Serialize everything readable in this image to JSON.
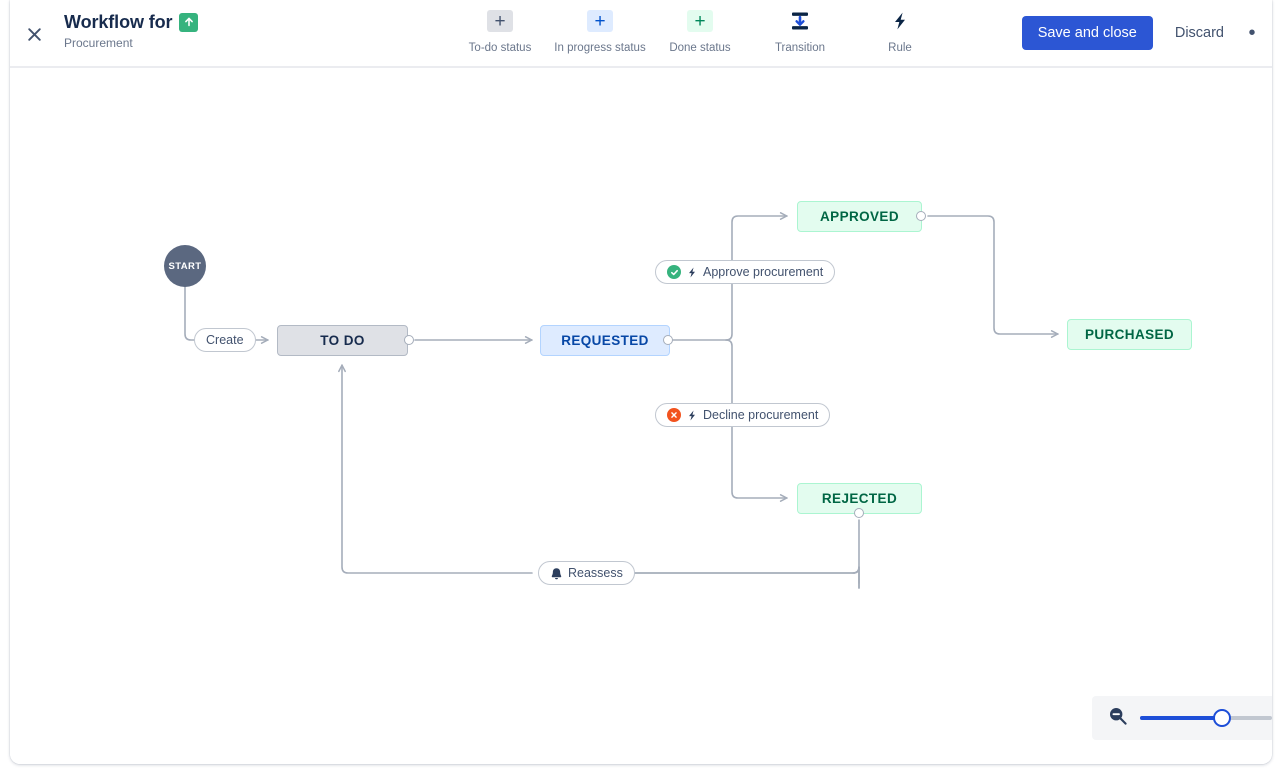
{
  "header": {
    "close_icon": "close-icon",
    "title": "Workflow for",
    "project_badge_icon": "arrow-up-green-icon",
    "subtitle": "Procurement",
    "tools": [
      {
        "icon": "plus-icon",
        "glyph": "+",
        "label": "To-do status",
        "swatch": "sw-todo"
      },
      {
        "icon": "plus-icon",
        "glyph": "+",
        "label": "In progress status",
        "swatch": "sw-inprog"
      },
      {
        "icon": "plus-icon",
        "glyph": "+",
        "label": "Done status",
        "swatch": "sw-done"
      },
      {
        "icon": "transition-icon",
        "glyph": "",
        "label": "Transition",
        "swatch": ""
      },
      {
        "icon": "rule-lightning-icon",
        "glyph": "",
        "label": "Rule",
        "swatch": ""
      }
    ],
    "save_label": "Save and close",
    "discard_label": "Discard",
    "more_label": "•"
  },
  "colors": {
    "primary_button": "#2c56d4",
    "todo_fill": "#dfe1e6",
    "todo_text": "#172b4d",
    "inprogress_fill": "#deebff",
    "inprogress_text": "#0747a6",
    "done_fill": "#e3fcef",
    "done_text": "#006644",
    "start_node": "#5b6880",
    "edge_line": "#a5adba",
    "approve_badge": "#36b37e",
    "decline_badge": "#f2531f",
    "slider_fill": "#1d4ed8"
  },
  "workflow": {
    "start": {
      "label": "START"
    },
    "statuses": [
      {
        "id": "todo",
        "label": "TO DO",
        "category": "To-do"
      },
      {
        "id": "requested",
        "label": "REQUESTED",
        "category": "In progress"
      },
      {
        "id": "approved",
        "label": "APPROVED",
        "category": "Done"
      },
      {
        "id": "rejected",
        "label": "REJECTED",
        "category": "Done"
      },
      {
        "id": "purchased",
        "label": "PURCHASED",
        "category": "Done"
      }
    ],
    "transitions": [
      {
        "id": "create",
        "label": "Create",
        "from": "start",
        "to": "todo",
        "status_icon": "",
        "rule_icon": ""
      },
      {
        "id": "approve",
        "label": "Approve procurement",
        "from": "requested",
        "to": "approved",
        "status_icon": "check-circle-icon",
        "rule_icon": "rule-lightning-icon"
      },
      {
        "id": "decline",
        "label": "Decline procurement",
        "from": "requested",
        "to": "rejected",
        "status_icon": "cross-circle-icon",
        "rule_icon": "rule-lightning-icon"
      },
      {
        "id": "reassess",
        "label": "Reassess",
        "from": "rejected",
        "to": "todo",
        "status_icon": "condition-flag-icon",
        "rule_icon": ""
      }
    ]
  },
  "zoom_control": {
    "zoom_out_icon": "zoom-out-magnifier-icon",
    "value_percent": 62
  }
}
